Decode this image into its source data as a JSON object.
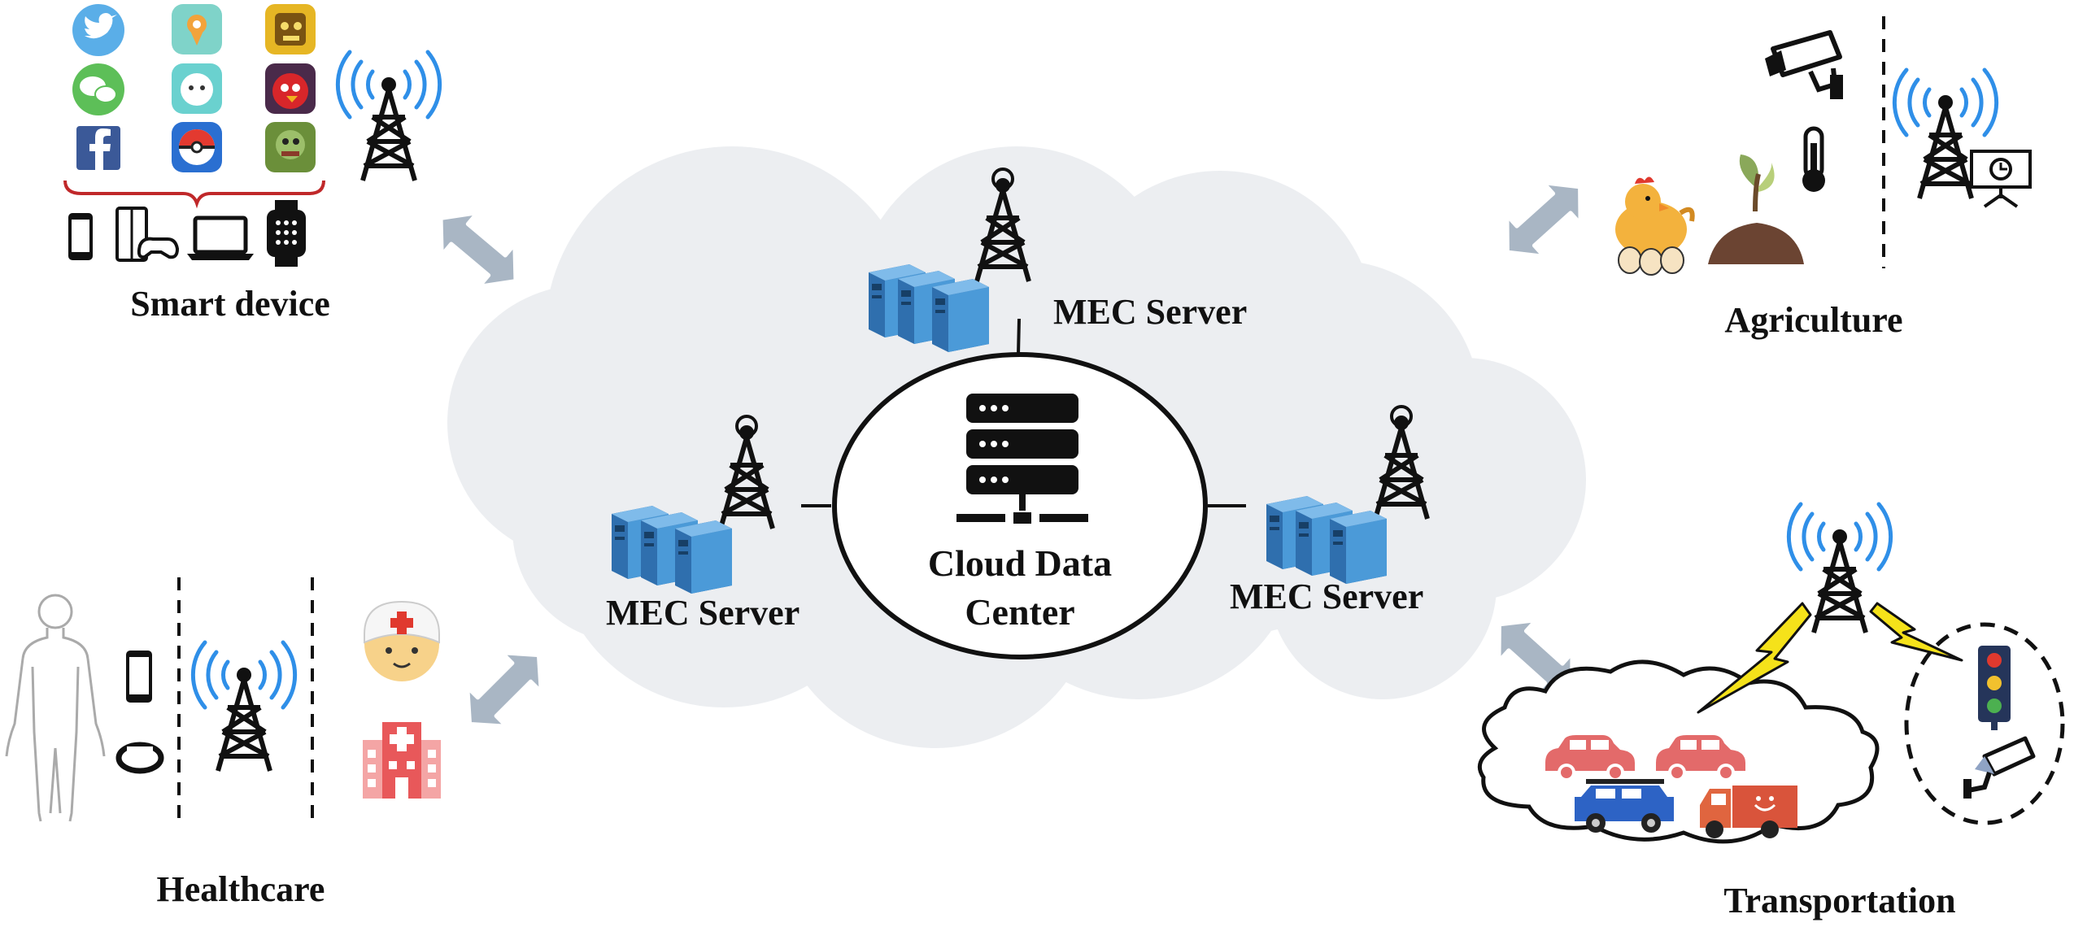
{
  "labels": {
    "smart_device": "Smart device",
    "agriculture": "Agriculture",
    "healthcare": "Healthcare",
    "transportation": "Transportation",
    "mec_top": "MEC Server",
    "mec_left": "MEC Server",
    "mec_right": "MEC Server",
    "cloud_line1": "Cloud Data",
    "cloud_line2": "Center"
  },
  "colors": {
    "cloud_fill": "#eceef1",
    "tower": "#111111",
    "signal": "#2f8fe8",
    "server": "#3f86c9",
    "arrow": "#a9b6c4",
    "car_red": "#e36a6a",
    "car_blue": "#2d63c5",
    "truck": "#d9543b",
    "lightning": "#f5e21a"
  },
  "icons": {
    "apps": [
      "twitter-icon",
      "map-app-icon",
      "temple-run-icon",
      "wechat-icon",
      "ghost-app-icon",
      "angry-birds-icon",
      "facebook-icon",
      "pokeball-icon",
      "plants-zombies-icon"
    ],
    "devices": [
      "smartphone-icon",
      "game-console-icon",
      "laptop-icon",
      "smartwatch-icon"
    ]
  }
}
